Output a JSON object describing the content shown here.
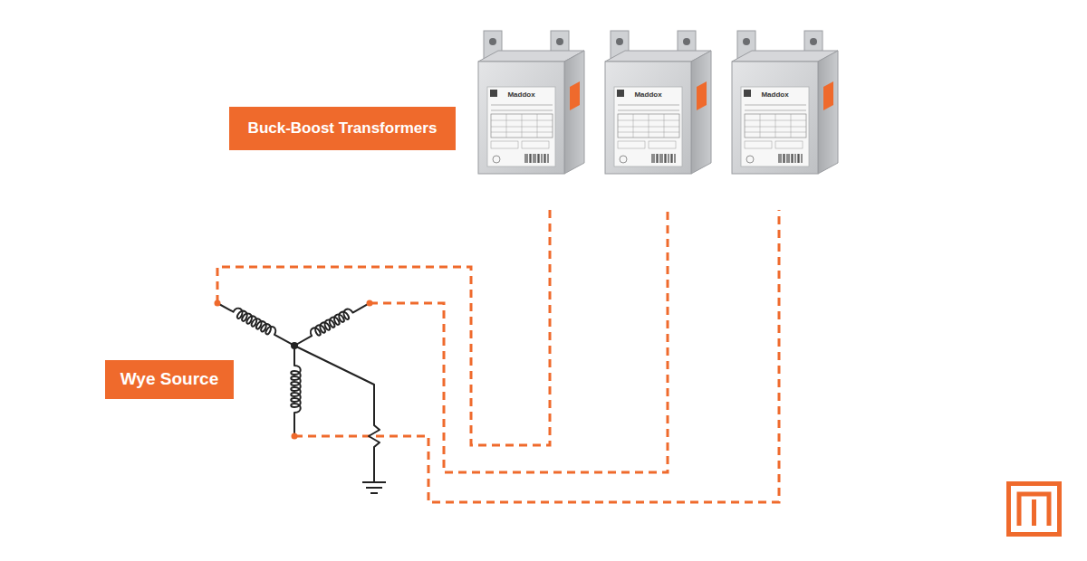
{
  "diagram": {
    "nodes": [
      {
        "text": [
          "Buck-Boost Transformers"
        ]
      },
      {
        "text": [
          "Wye Source"
        ]
      }
    ],
    "labels": [
      "Maddox",
      "Maddox",
      "Maddox"
    ]
  }
}
